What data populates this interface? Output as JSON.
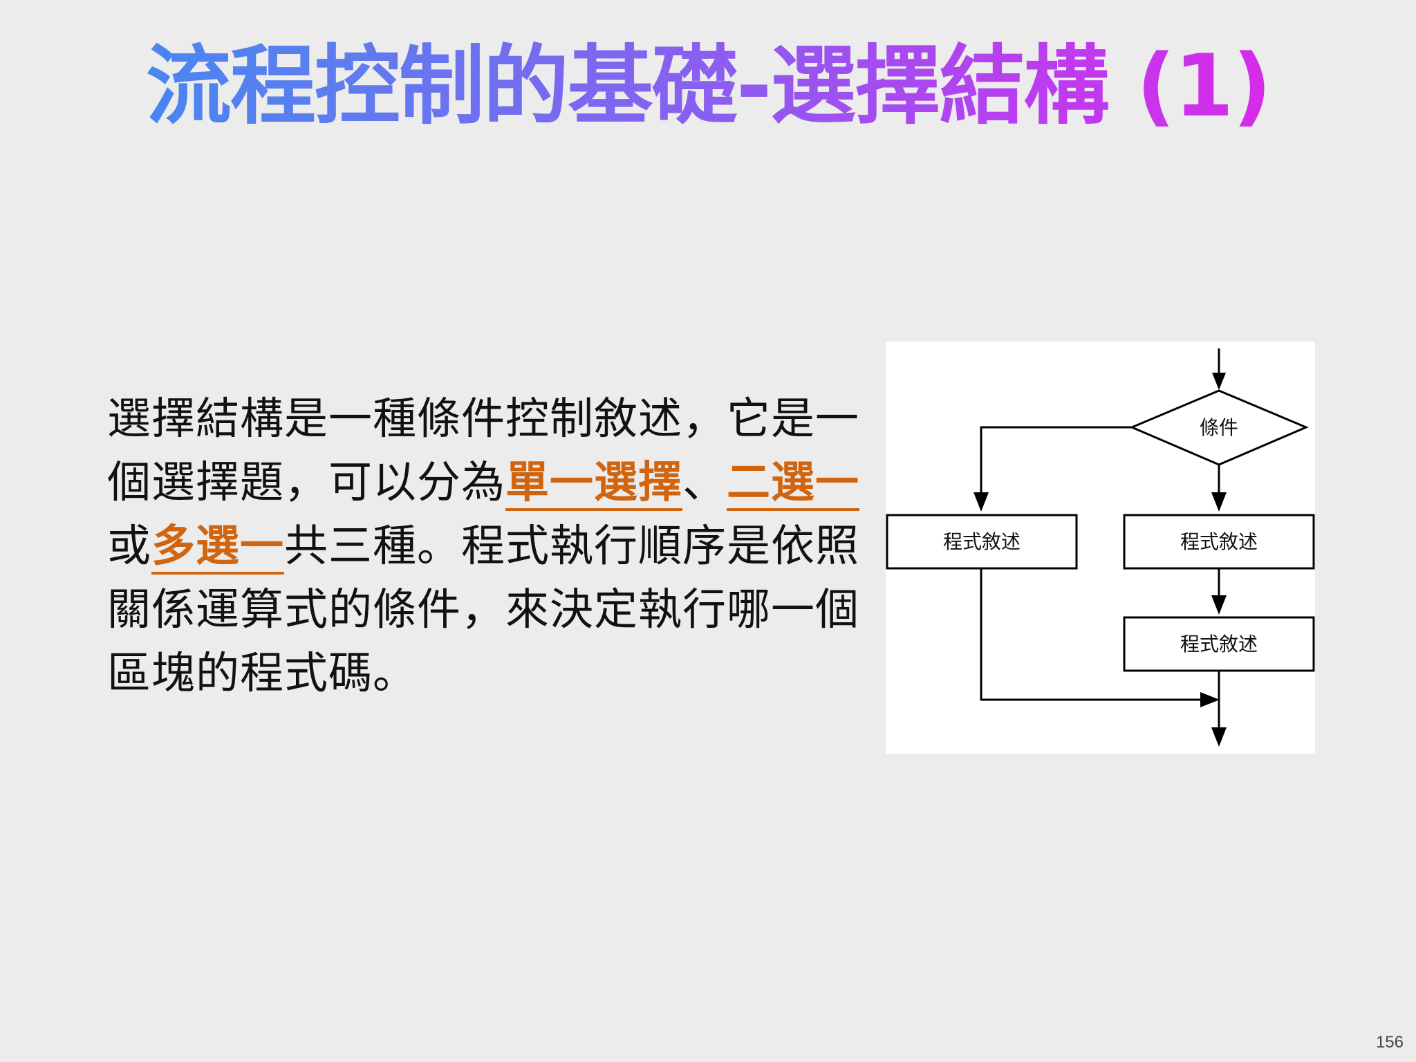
{
  "slide": {
    "title": "流程控制的基礎-選擇結構 (1)",
    "page_number": "156",
    "title_gradient": [
      "#3a8cf2",
      "#e71fe6"
    ],
    "highlight_color": "#d0640f"
  },
  "content": {
    "segments": [
      {
        "text": "選擇結構是一種條件控制敘述，它是一個選擇題，可以分為",
        "highlight": false
      },
      {
        "text": "單一選擇",
        "highlight": true
      },
      {
        "text": "、",
        "highlight": false
      },
      {
        "text": "二選一",
        "highlight": true
      },
      {
        "text": "或",
        "highlight": false
      },
      {
        "text": "多選一",
        "highlight": true
      },
      {
        "text": "共三種。程式執行順序是依照關係運算式的條件，來決定執行哪一個區塊的程式碼。",
        "highlight": false
      }
    ]
  },
  "flowchart": {
    "condition_label": "條件",
    "left_statement_label": "程式敘述",
    "right_statement_label": "程式敘述",
    "right_second_statement_label": "程式敘述"
  }
}
